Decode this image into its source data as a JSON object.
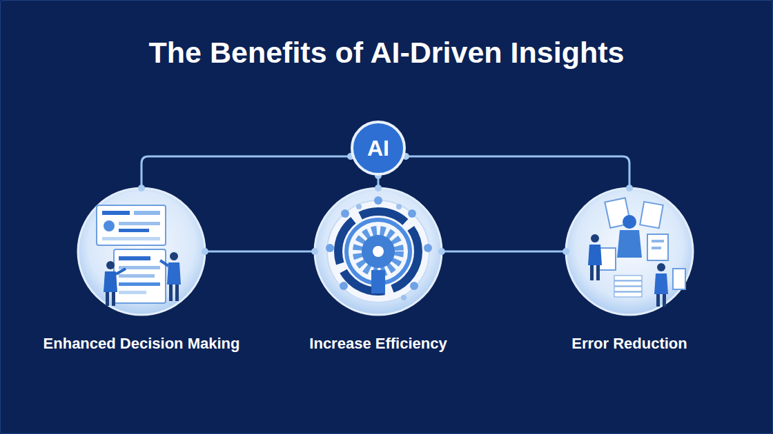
{
  "diagram": {
    "title": "The Benefits of AI-Driven Insights",
    "nodes": [
      {
        "text": [
          "AI"
        ]
      },
      {
        "text": [
          "Enhanced Decision Making"
        ]
      },
      {
        "text": [
          "Increase Efficiency"
        ]
      },
      {
        "text": [
          "Error Reduction"
        ]
      }
    ],
    "edges": [
      {
        "from": 0,
        "to": 1,
        "arrow": "none"
      },
      {
        "from": 0,
        "to": 2,
        "arrow": "none"
      },
      {
        "from": 0,
        "to": 3,
        "arrow": "none"
      },
      {
        "from": 1,
        "to": 2,
        "arrow": "none"
      },
      {
        "from": 2,
        "to": 3,
        "arrow": "none"
      }
    ]
  }
}
